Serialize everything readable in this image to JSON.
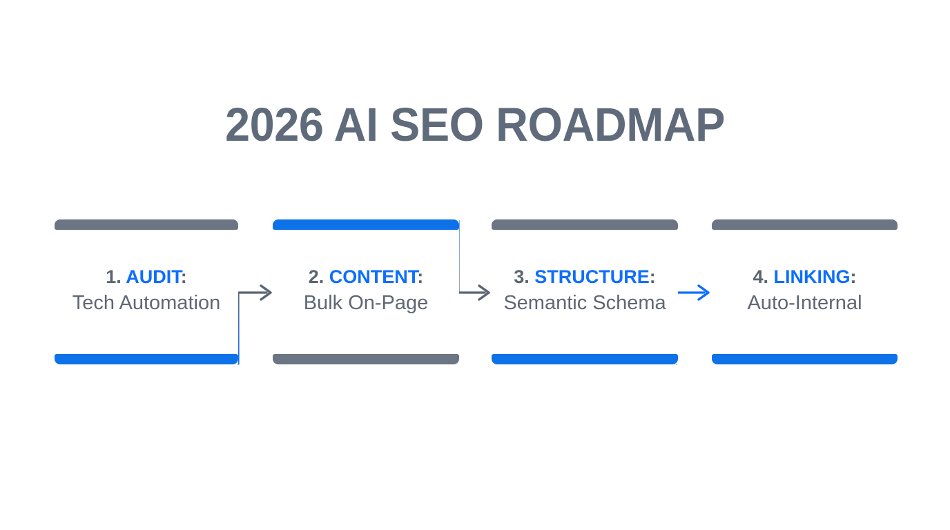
{
  "page": {
    "title": "2026 AI SEO ROADMAP",
    "background_color": "#ffffff"
  },
  "colors": {
    "accent_blue": "#0d6efd",
    "bar_blue": "#0d71e8",
    "slate_gray": "#6b7583",
    "title_gray": "#5f6b7a",
    "text_gray": "#5f6773"
  },
  "steps": [
    {
      "number": "1.",
      "keyword": "AUDIT",
      "colon": ":",
      "subtitle": "Tech Automation",
      "top_bar_color": "slate_gray",
      "bottom_bar_color": "bar_blue"
    },
    {
      "number": "2.",
      "keyword": "CONTENT",
      "colon": ":",
      "subtitle": "Bulk On-Page",
      "top_bar_color": "bar_blue",
      "bottom_bar_color": "slate_gray"
    },
    {
      "number": "3.",
      "keyword": "STRUCTURE",
      "colon": ":",
      "subtitle": "Semantic Schema",
      "top_bar_color": "slate_gray",
      "bottom_bar_color": "bar_blue"
    },
    {
      "number": "4.",
      "keyword": "LINKING",
      "colon": ":",
      "subtitle": "Auto-Internal",
      "top_bar_color": "slate_gray",
      "bottom_bar_color": "bar_blue"
    }
  ],
  "connectors": [
    {
      "from": "1",
      "to": "2",
      "route": "bottom-to-arrow",
      "start_color": "#0d6efd",
      "end_color": "#5a6472"
    },
    {
      "from": "2",
      "to": "3",
      "route": "top-to-arrow",
      "start_color": "#0d6efd",
      "end_color": "#5a6472"
    },
    {
      "from": "3",
      "to": "4",
      "route": "bottom-to-arrow",
      "start_color": "#0d6efd",
      "end_color": "#0d6efd"
    }
  ]
}
